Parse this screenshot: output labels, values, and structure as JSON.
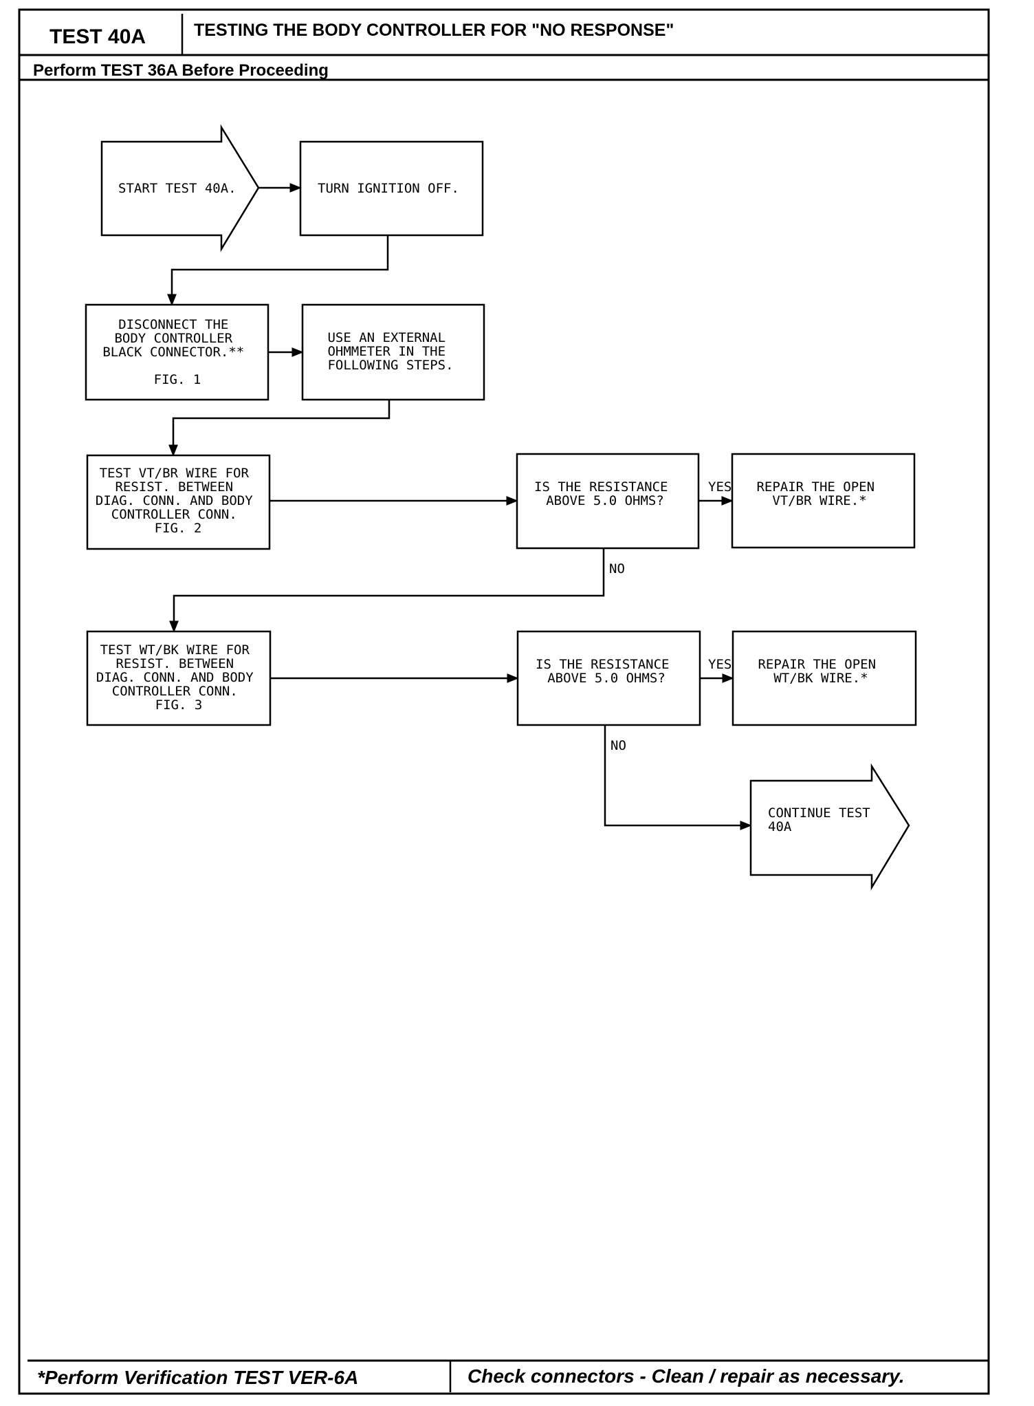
{
  "header": {
    "test_id": "TEST 40A",
    "title": "TESTING THE BODY CONTROLLER FOR \"NO RESPONSE\"",
    "prerequisite": "Perform TEST 36A Before Proceeding"
  },
  "flowchart": {
    "start": "START TEST 40A.",
    "turn_off": "TURN IGNITION OFF.",
    "disconnect": [
      "DISCONNECT THE",
      "BODY CONTROLLER",
      "BLACK CONNECTOR.**",
      "",
      "FIG. 1"
    ],
    "ohmmeter": [
      "USE AN EXTERNAL",
      "OHMMETER IN THE",
      "FOLLOWING STEPS."
    ],
    "test_vtbr": [
      "TEST VT/BR WIRE FOR",
      "RESIST. BETWEEN",
      "DIAG. CONN. AND BODY",
      "CONTROLLER CONN.",
      "FIG. 2"
    ],
    "question1": [
      "IS THE RESISTANCE",
      "ABOVE 5.0 OHMS?"
    ],
    "repair1": [
      "REPAIR THE OPEN",
      "VT/BR WIRE.*"
    ],
    "test_wtbk": [
      "TEST WT/BK WIRE FOR",
      "RESIST. BETWEEN",
      "DIAG. CONN. AND BODY",
      "CONTROLLER CONN.",
      "FIG. 3"
    ],
    "question2": [
      "IS THE RESISTANCE",
      "ABOVE 5.0 OHMS?"
    ],
    "repair2": [
      "REPAIR THE OPEN",
      "WT/BK WIRE.*"
    ],
    "continue": [
      "CONTINUE TEST",
      "40A"
    ],
    "yes_label": "YES",
    "no_label": "NO"
  },
  "footer": {
    "verification": "*Perform Verification TEST VER-6A",
    "note": "Check connectors - Clean / repair as necessary."
  }
}
